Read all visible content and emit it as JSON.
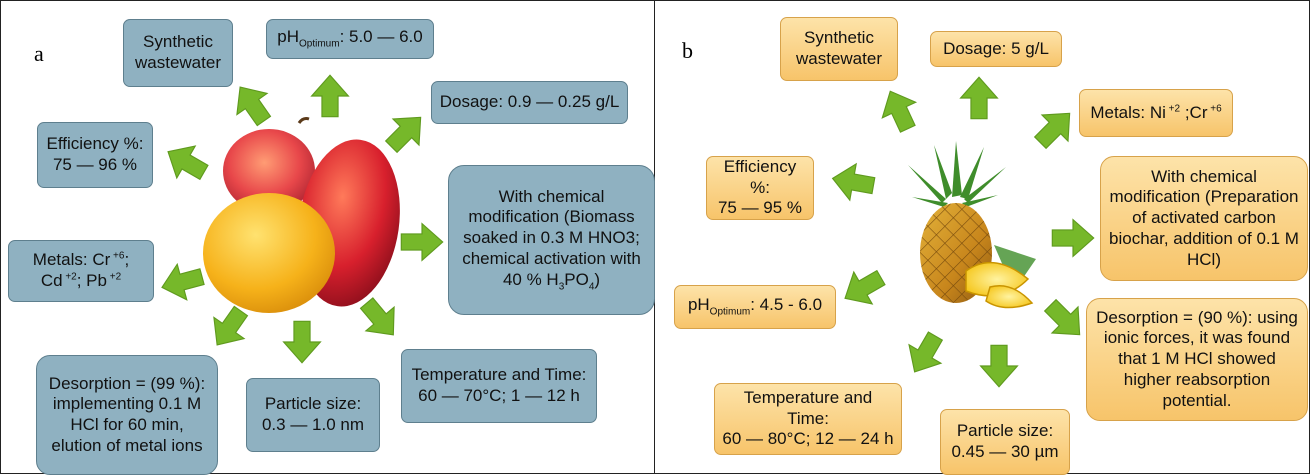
{
  "panel_a": {
    "label": "a",
    "synthetic": "Synthetic wastewater",
    "ph_prefix": "pH",
    "ph_sub": "Optimum",
    "ph_value": ": 5.0 — 6.0",
    "dosage": "Dosage: 0.9 — 0.25 g/L",
    "efficiency_1": "Efficiency %:",
    "efficiency_2": "75 — 96 %",
    "chem_1": "With chemical modification (Biomass soaked in 0.3 M HNO3; chemical activation with 40 % H",
    "chem_sub1": "3",
    "chem_mid": "PO",
    "chem_sub2": "4",
    "chem_end": ")",
    "metals_1": "Metals: Cr",
    "metals_sup1": " +6",
    "metals_2": ";",
    "metals_3": "Cd",
    "metals_sup2": " +2",
    "metals_4": "; Pb",
    "metals_sup3": " +2",
    "desorption": "Desorption = (99 %): implementing 0.1 M HCl for 60 min, elution of metal ions",
    "particle_1": "Particle size:",
    "particle_2": "0.3 — 1.0 nm",
    "temp_1": "Temperature and Time:",
    "temp_2": "60 — 70°C; 1 — 12 h"
  },
  "panel_b": {
    "label": "b",
    "synthetic": "Synthetic wastewater",
    "dosage": "Dosage: 5 g/L",
    "metals_1": "Metals: Ni",
    "metals_sup1": " +2",
    "metals_2": " ;Cr",
    "metals_sup2": " +6",
    "efficiency_1": "Efficiency %:",
    "efficiency_2": "75 — 95 %",
    "chem": "With chemical modification (Preparation of activated carbon biochar, addition of 0.1 M HCl)",
    "ph_prefix": "pH",
    "ph_sub": "Optimum",
    "ph_value": ": 4.5 - 6.0",
    "desorption": "Desorption = (90 %): using ionic forces, it was found that 1 M HCl showed higher reabsorption potential.",
    "temp_1": "Temperature and Time:",
    "temp_2": "60 — 80°C; 12 — 24 h",
    "particle_1": "Particle size:",
    "particle_2": "0.45  — 30 µm"
  },
  "colors": {
    "arrow_green": "#76b82a",
    "box_blue": "#8fb1c1",
    "box_orange": "#f7c46a"
  }
}
